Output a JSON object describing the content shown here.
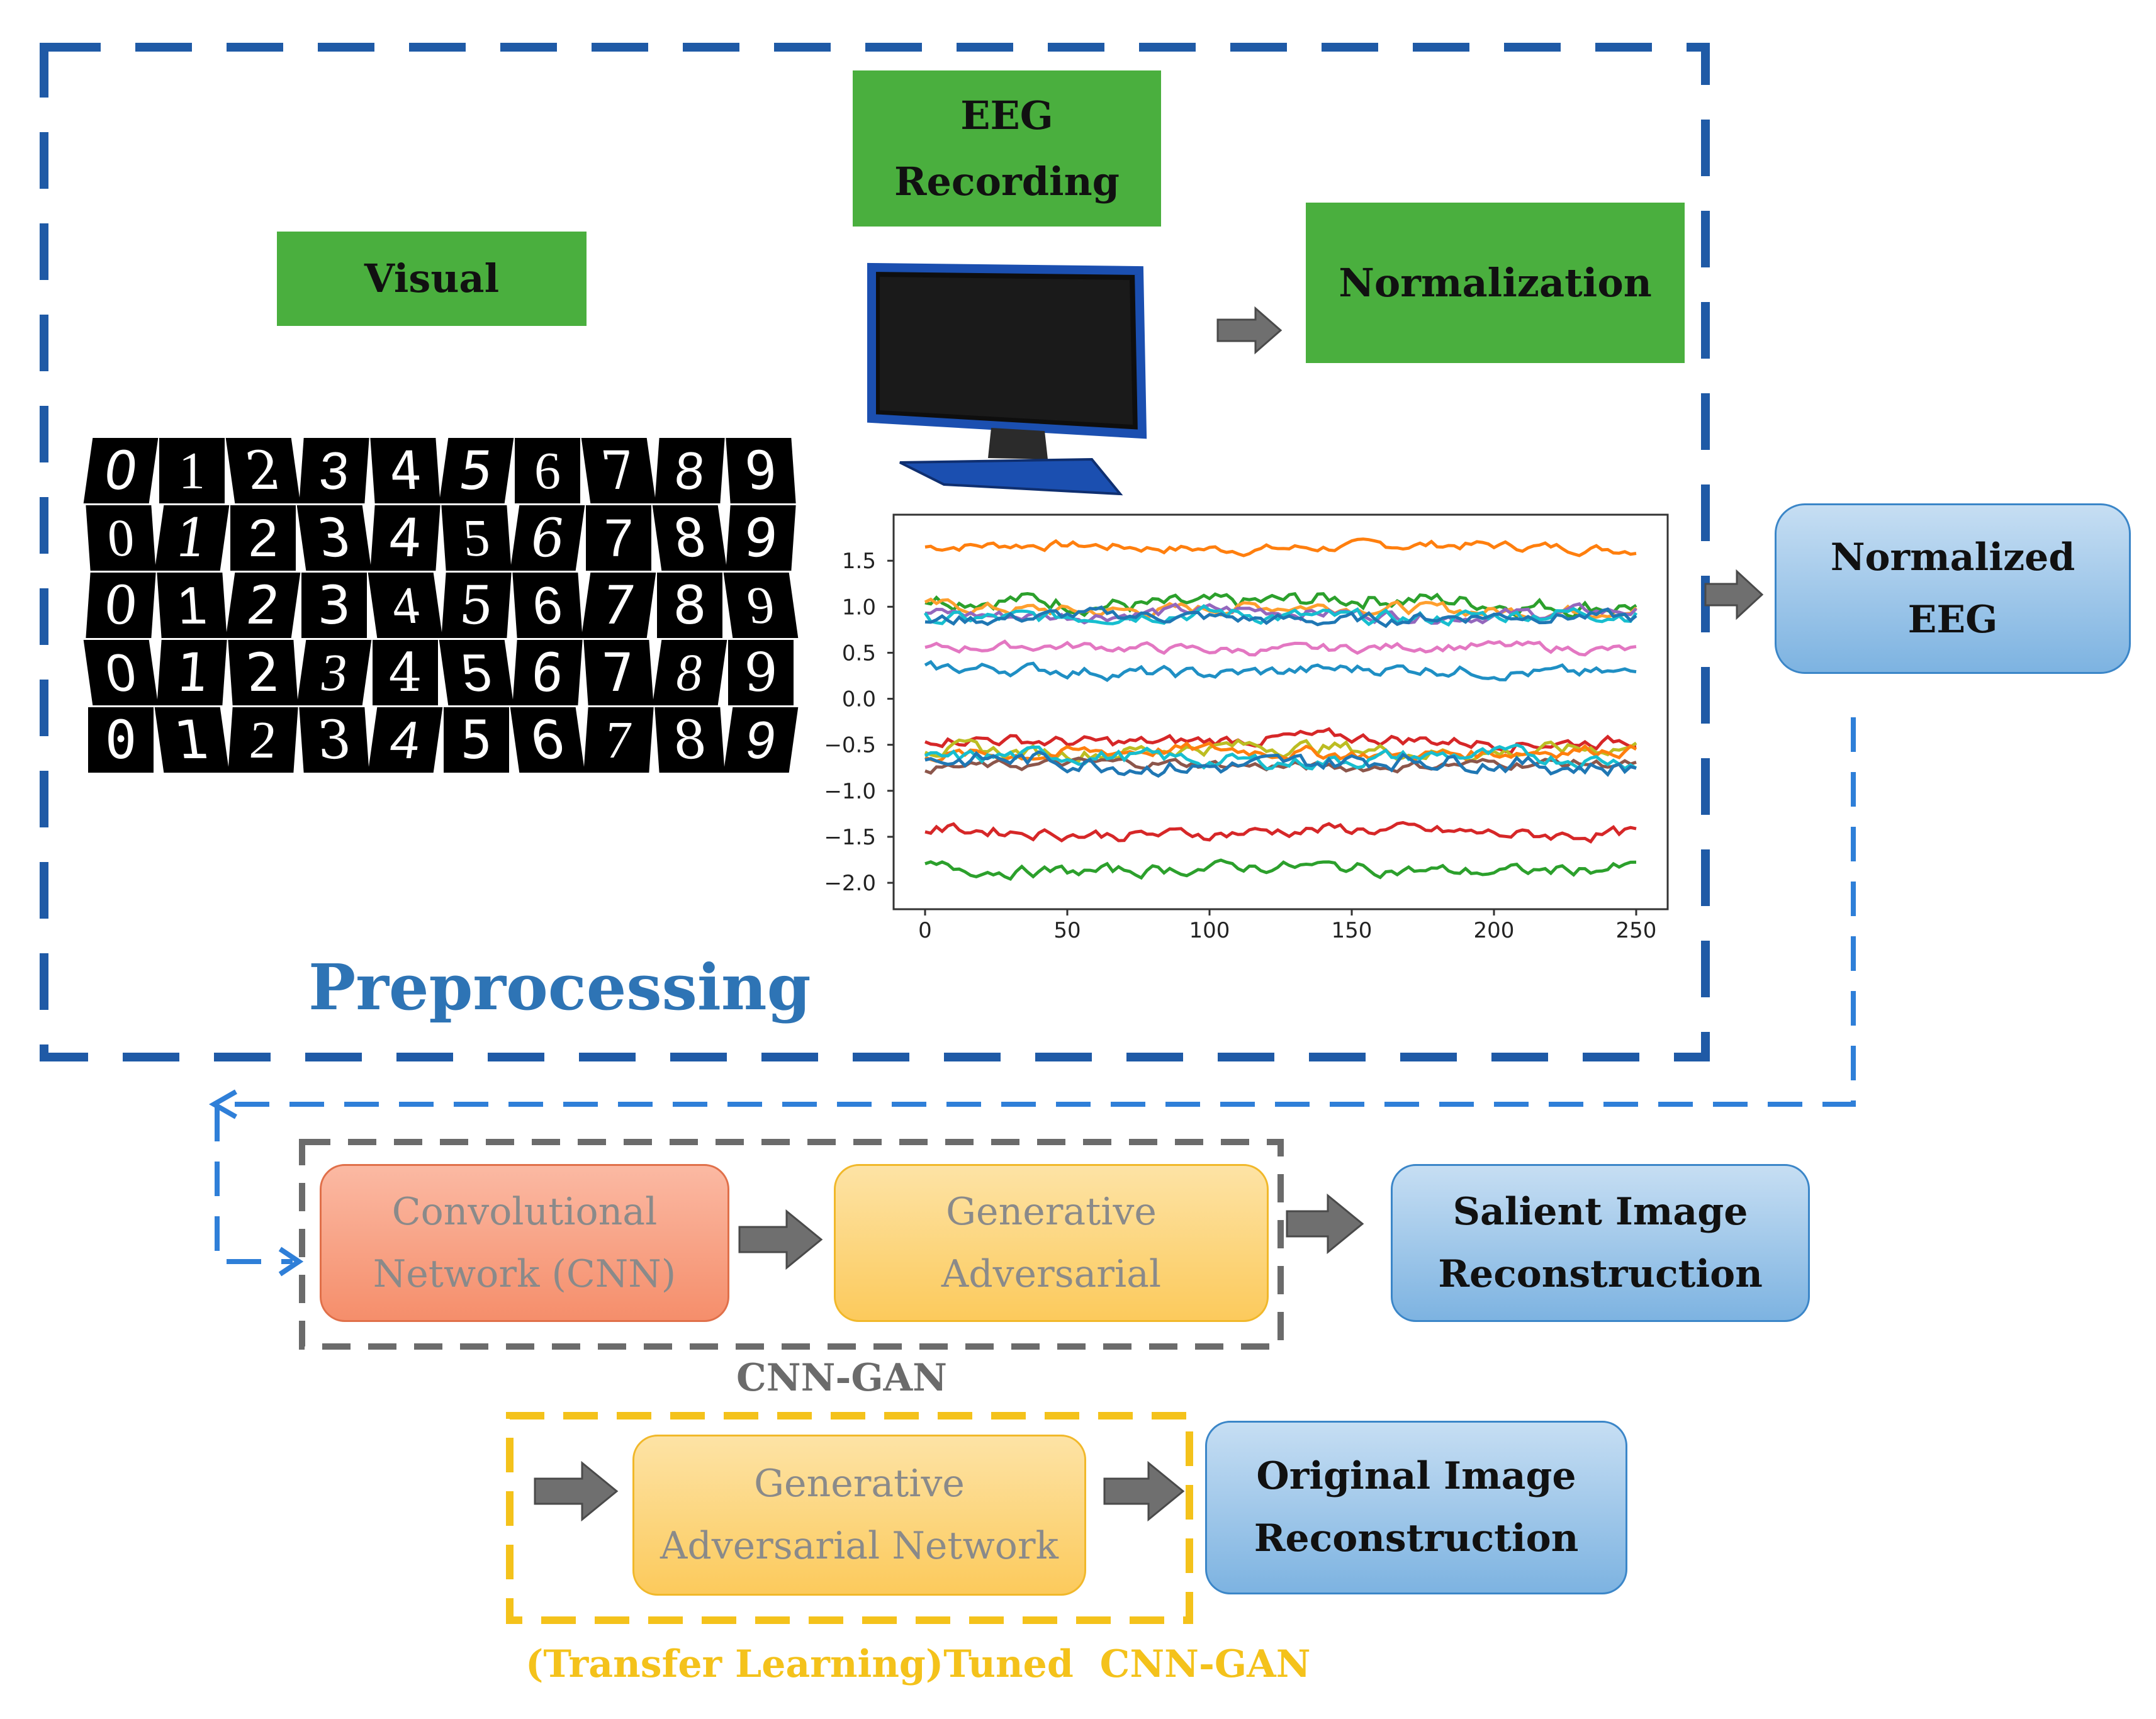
{
  "preprocessing": {
    "label": "Preprocessing",
    "visual_label": "Visual",
    "eeg_recording_label": [
      "EEG",
      "Recording"
    ],
    "normalization_label": "Normalization",
    "digit_rows": [
      [
        "0",
        "1",
        "2",
        "3",
        "4",
        "5",
        "6",
        "7",
        "8",
        "9"
      ],
      [
        "0",
        "1",
        "2",
        "3",
        "4",
        "5",
        "6",
        "7",
        "8",
        "9"
      ],
      [
        "0",
        "1",
        "2",
        "3",
        "4",
        "5",
        "6",
        "7",
        "8",
        "9"
      ],
      [
        "0",
        "1",
        "2",
        "3",
        "4",
        "5",
        "6",
        "7",
        "8",
        "9"
      ],
      [
        "0",
        "1",
        "2",
        "3",
        "4",
        "5",
        "6",
        "7",
        "8",
        "9"
      ]
    ]
  },
  "normalized_eeg_label": [
    "Normalized",
    "EEG"
  ],
  "cnn_gan": {
    "label": "CNN-GAN",
    "cnn_label": [
      "Convolutional",
      "Network (CNN)"
    ],
    "gan_label": [
      "Generative",
      "Adversarial"
    ],
    "output_label": [
      "Salient Image",
      "Reconstruction"
    ]
  },
  "tuned": {
    "label": "(Transfer Learning)Tuned  CNN-GAN",
    "gan_label": [
      "Generative",
      "Adversarial Network"
    ],
    "output_label": [
      "Original Image",
      "Reconstruction"
    ]
  },
  "colors": {
    "preprocessing_border": "#1f5aa6",
    "preprocessing_text": "#2e74b5",
    "connector": "#2f7fd8",
    "cnn_gan_border": "#6b6b6b",
    "tuned_border": "#f4c21b",
    "tuned_text": "#f4c21b",
    "arrow": "#6f6f6f"
  },
  "chart_data": {
    "type": "line",
    "xlim": [
      0,
      250
    ],
    "ylim": [
      -2.15,
      1.85
    ],
    "x_ticks": [
      0,
      50,
      100,
      150,
      200,
      250
    ],
    "y_ticks": [
      1.5,
      1.0,
      0.5,
      0.0,
      -0.5,
      -1.0,
      -1.5,
      -2.0
    ],
    "y_tick_labels": [
      "1.5",
      "1.0",
      "0.5",
      "0.0",
      "−0.5",
      "−1.0",
      "−1.5",
      "−2.0"
    ],
    "x_tick_labels": [
      "0",
      "50",
      "100",
      "150",
      "200",
      "250"
    ],
    "grid": false,
    "series": [
      {
        "color": "#ff7f0e",
        "baseline": 1.65,
        "noise": 0.04
      },
      {
        "color": "#2ca02c",
        "baseline": 1.05,
        "noise": 0.07
      },
      {
        "color": "#ff9f2e",
        "baseline": 0.98,
        "noise": 0.05
      },
      {
        "color": "#9467bd",
        "baseline": 0.93,
        "noise": 0.05
      },
      {
        "color": "#17becf",
        "baseline": 0.9,
        "noise": 0.06
      },
      {
        "color": "#1f77b4",
        "baseline": 0.88,
        "noise": 0.05
      },
      {
        "color": "#e377c2",
        "baseline": 0.55,
        "noise": 0.04
      },
      {
        "color": "#1f8fc4",
        "baseline": 0.3,
        "noise": 0.05
      },
      {
        "color": "#d62728",
        "baseline": -0.45,
        "noise": 0.05
      },
      {
        "color": "#bcbd22",
        "baseline": -0.55,
        "noise": 0.06
      },
      {
        "color": "#ff7f0e",
        "baseline": -0.58,
        "noise": 0.05
      },
      {
        "color": "#8c564b",
        "baseline": -0.72,
        "noise": 0.04
      },
      {
        "color": "#17becf",
        "baseline": -0.65,
        "noise": 0.06
      },
      {
        "color": "#1f77b4",
        "baseline": -0.7,
        "noise": 0.07
      },
      {
        "color": "#d62728",
        "baseline": -1.45,
        "noise": 0.05
      },
      {
        "color": "#2ca02c",
        "baseline": -1.85,
        "noise": 0.05
      }
    ]
  }
}
